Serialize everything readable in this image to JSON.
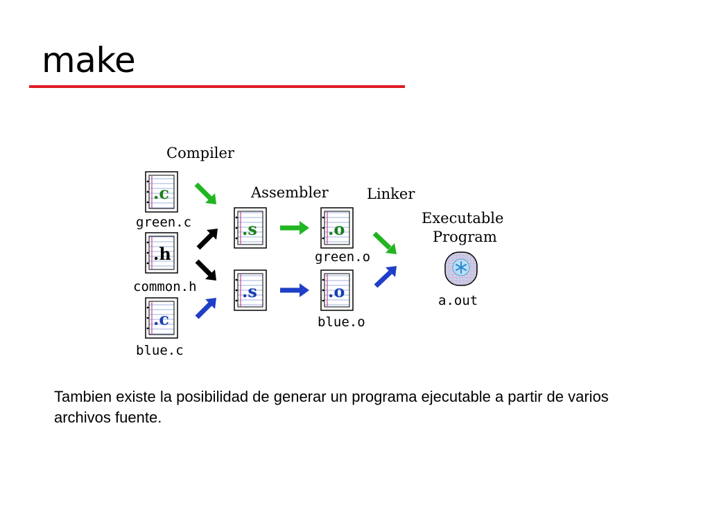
{
  "slide": {
    "title": "make",
    "accent_color": "#e01c24",
    "caption": "Tambien existe la posibilidad de generar un programa ejecutable a partir de varios archivos fuente."
  },
  "diagram": {
    "stages": {
      "compiler": "Compiler",
      "assembler": "Assembler",
      "linker": "Linker",
      "executable_line1": "Executable",
      "executable_line2": "Program"
    },
    "source_files": [
      {
        "ext": ".c",
        "name": "green.c",
        "ext_color": "#1a7f1a"
      },
      {
        "ext": ".h",
        "name": "common.h",
        "ext_color": "#000000"
      },
      {
        "ext": ".c",
        "name": "blue.c",
        "ext_color": "#1a3fb0"
      }
    ],
    "assembly_files": [
      {
        "ext": ".s",
        "ext_color": "#1a7f1a"
      },
      {
        "ext": ".s",
        "ext_color": "#1a3fb0"
      }
    ],
    "object_files": [
      {
        "ext": ".o",
        "name": "green.o",
        "ext_color": "#1a7f1a"
      },
      {
        "ext": ".o",
        "name": "blue.o",
        "ext_color": "#1a3fb0"
      }
    ],
    "output": {
      "name": "a.out",
      "icon": "executable-gear-icon"
    },
    "arrow_colors": {
      "green": "#22b522",
      "black": "#000000",
      "blue": "#1f3fc8"
    }
  }
}
